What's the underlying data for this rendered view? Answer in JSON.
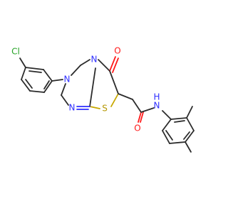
{
  "molecule": {
    "atoms": {
      "chlorine": "Cl",
      "nitrogen_ring": "N",
      "nitrogen_bridge": "N",
      "nitrogen_imine": "N",
      "oxygen_lactam": "O",
      "sulfur": "S",
      "oxygen_amide": "O",
      "nitrogen_amide": "N",
      "hydrogen_amide": "H"
    },
    "colors": {
      "bond": "#2b2b2b",
      "chlorine": "#26a326",
      "nitrogen": "#2f2fff",
      "oxygen": "#ff1a1a",
      "sulfur": "#b59700"
    }
  }
}
